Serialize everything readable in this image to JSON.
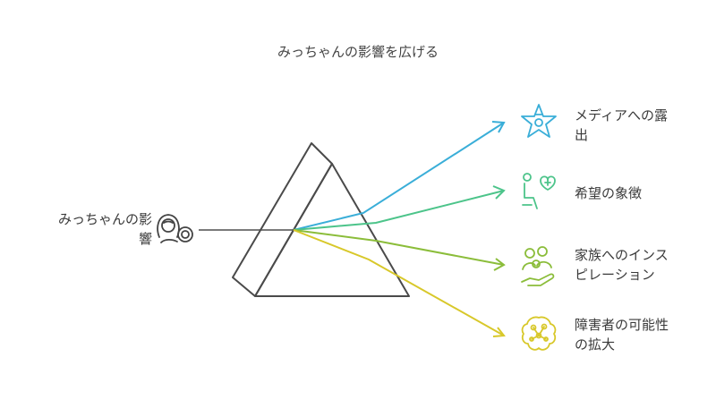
{
  "title": "みっちゃんの影響を広げる",
  "source": {
    "label_line1": "みっちゃんの影",
    "label_line2": "響",
    "icon": "mother-baby-icon"
  },
  "outputs": [
    {
      "line1": "メディアへの露",
      "line2": "出",
      "icon": "star-award-icon",
      "color": "#3aaed8"
    },
    {
      "line1": "希望の象徴",
      "line2": "",
      "icon": "heart-health-icon",
      "color": "#4cc48a"
    },
    {
      "line1": "家族へのインス",
      "line2": "ピレーション",
      "icon": "family-hand-icon",
      "color": "#8bbd3a"
    },
    {
      "line1": "障害者の可能性",
      "line2": "の拡大",
      "icon": "brain-network-icon",
      "color": "#d8c82a"
    }
  ]
}
